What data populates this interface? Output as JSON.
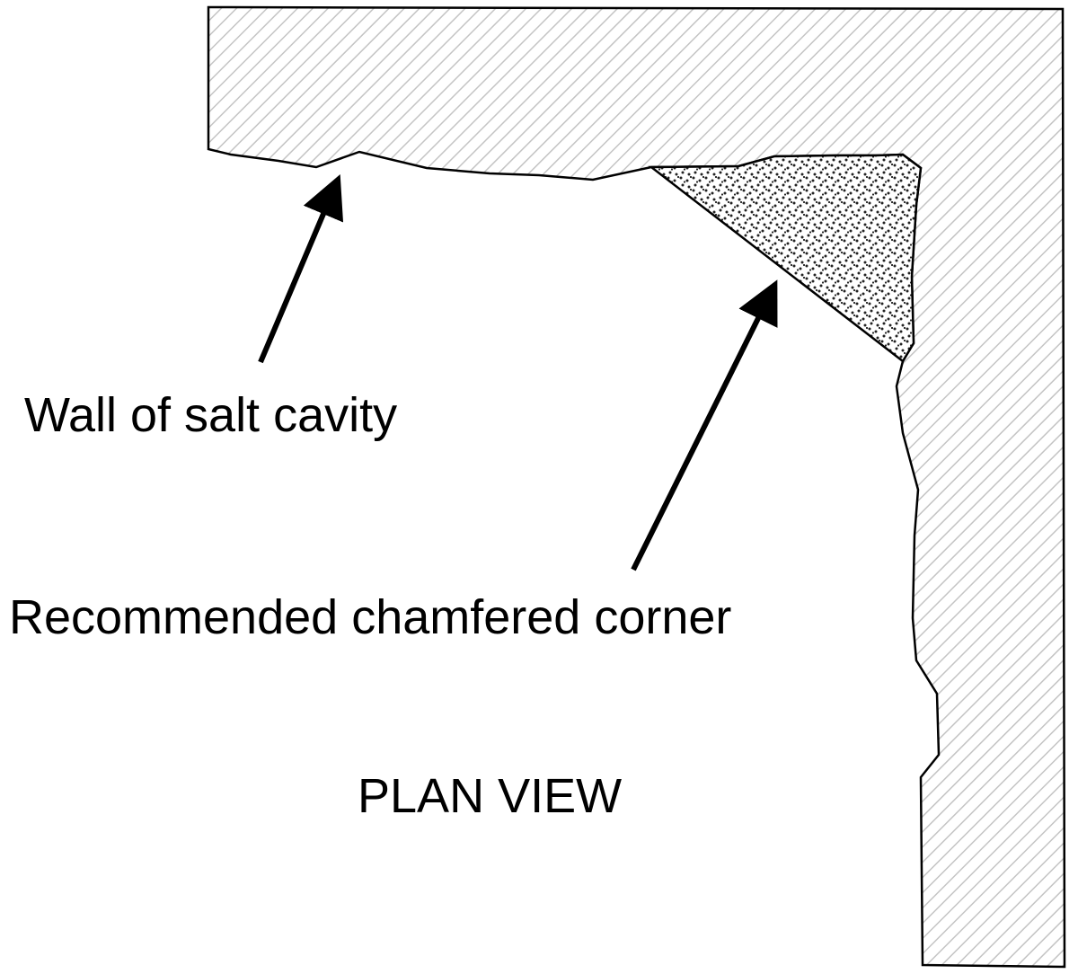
{
  "labels": {
    "wall": "Wall of salt cavity",
    "corner": "Recommended chamfered corner",
    "view": "PLAN VIEW"
  },
  "colors": {
    "line": "#000000",
    "hatch": "#c4c4c4",
    "stipple": "#222222",
    "background": "#ffffff"
  },
  "elements": {
    "wall_region": "hatched-salt-wall",
    "chamfer_region": "stippled-chamfer-fill",
    "arrows": [
      "arrow-to-wall",
      "arrow-to-chamfer"
    ]
  }
}
